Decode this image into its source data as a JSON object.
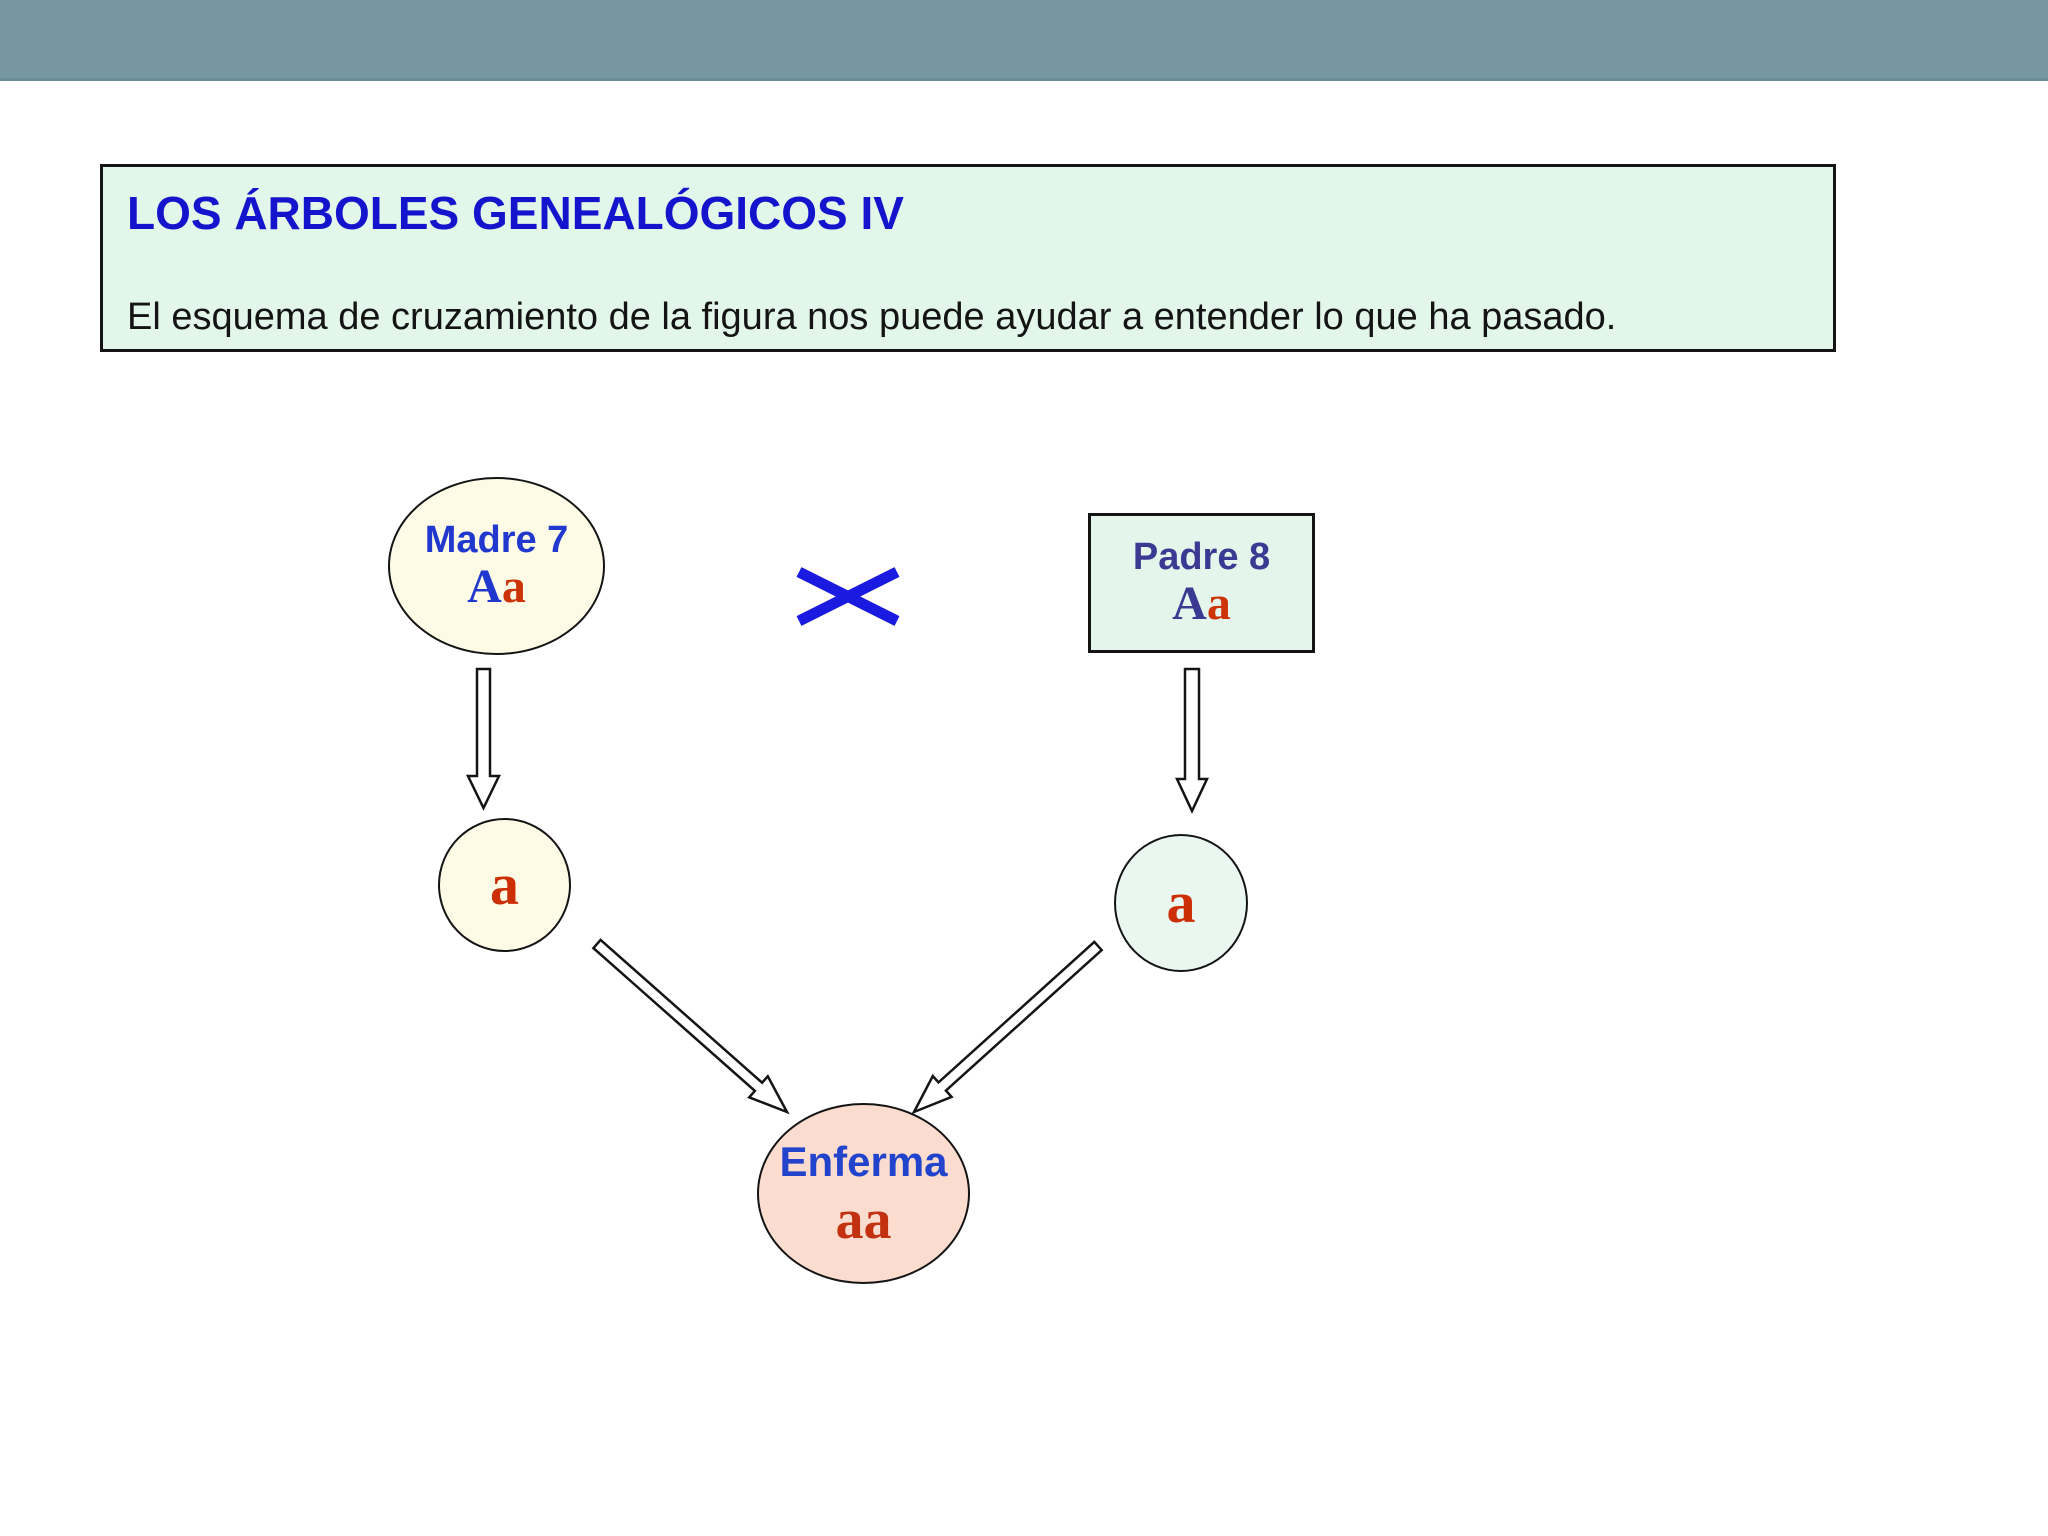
{
  "title_box": {
    "title": "LOS ÁRBOLES GENEALÓGICOS IV",
    "body": "El esquema de cruzamiento de la figura nos puede ayudar a entender lo que ha pasado."
  },
  "pedigree": {
    "mother": {
      "name": "Madre 7",
      "allele_dominant": "A",
      "allele_recessive": "a"
    },
    "father": {
      "name": "Padre 8",
      "allele_dominant": "A",
      "allele_recessive": "a"
    },
    "mother_gamete": {
      "allele": "a"
    },
    "father_gamete": {
      "allele": "a"
    },
    "offspring": {
      "name": "Enferma",
      "genotype": "aa"
    }
  },
  "icons": {
    "cross": "cross-icon"
  },
  "colors": {
    "header_bar": "#7596A2",
    "title_box_background": "#E2F6EA",
    "title_blue": "#1414CC",
    "body_text": "#141414",
    "mother_fill": "#FDFBE6",
    "father_fill": "#E4F5EC",
    "mother_gamete_fill": "#FDFBE6",
    "father_gamete_fill": "#EAF6F0",
    "offspring_fill": "#FBDCCF",
    "label_blue": "#2138CE",
    "label_navy": "#3A3A92",
    "allele_red": "#CC3305",
    "offspring_genotype_red": "#C23110",
    "cross_blue": "#1A1AE0"
  }
}
